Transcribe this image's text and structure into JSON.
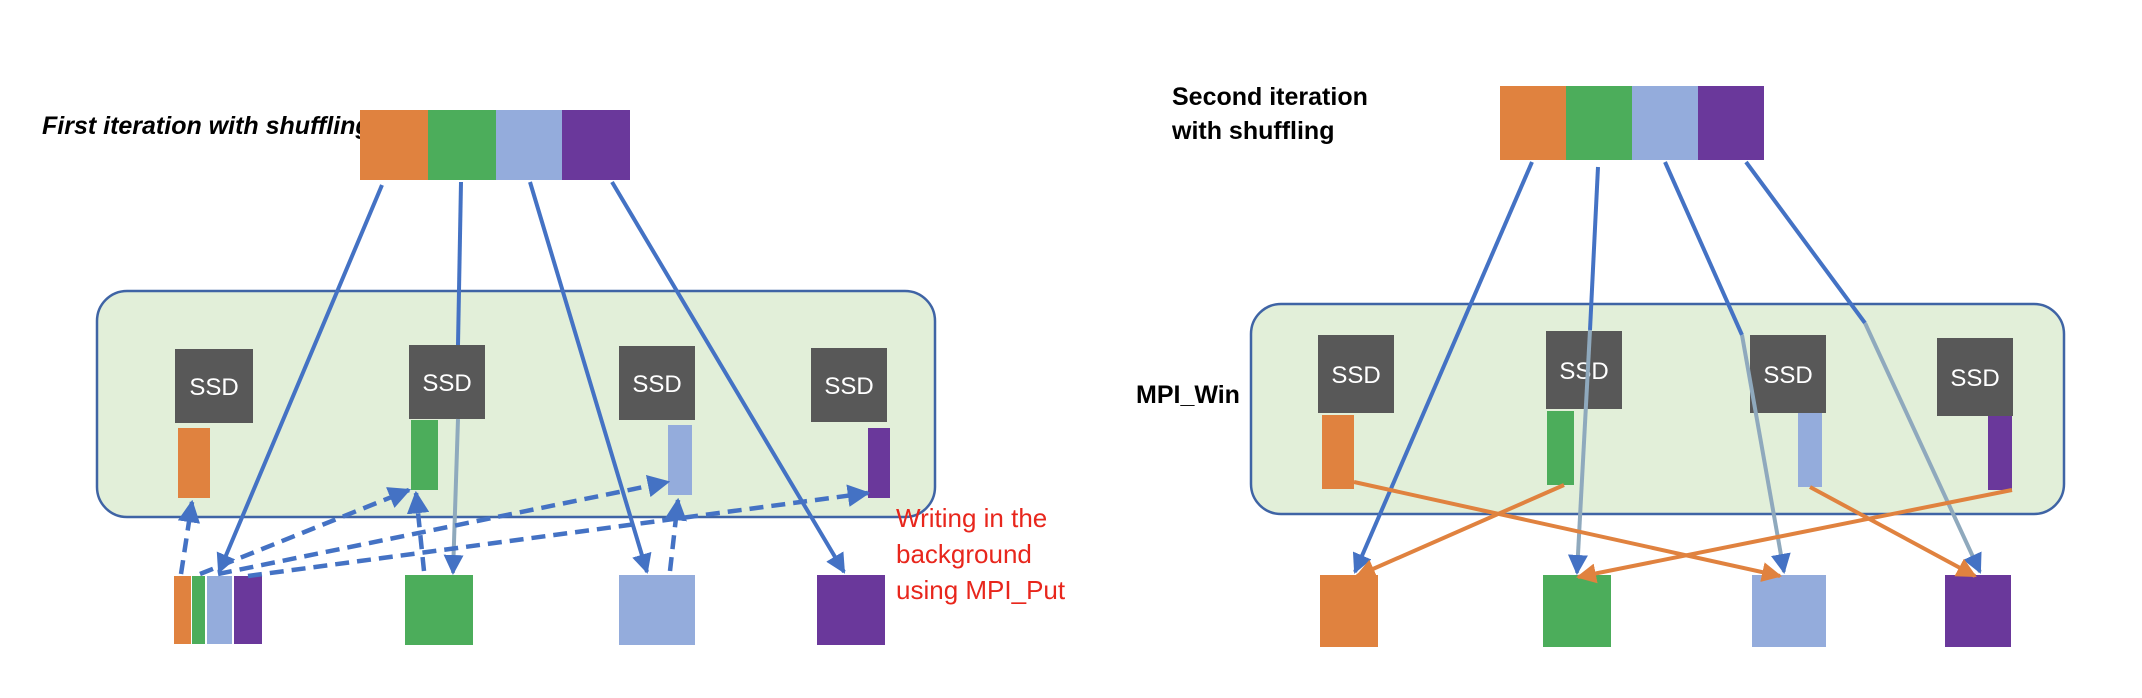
{
  "colors": {
    "orange": "#e0823f",
    "green": "#4cad5b",
    "lightblue": "#94acdc",
    "purple": "#6a389b",
    "ssd": "#585858",
    "node_fill": "#e2efd9",
    "node_border": "#3f64a5",
    "blue_arrow": "#4472c4",
    "grayblue_arrow": "#8fa9bd",
    "orange_arrow": "#e0823f",
    "note_red": "#e8261c"
  },
  "left": {
    "title": "First iteration with shuffling:",
    "ssd_labels": [
      "SSD",
      "SSD",
      "SSD",
      "SSD"
    ],
    "note_lines": [
      "Writing in the",
      "background",
      "using MPI_Put"
    ]
  },
  "right": {
    "title_lines": [
      "Second iteration",
      "with shuffling"
    ],
    "window_label": "MPI_Win",
    "ssd_labels": [
      "SSD",
      "SSD",
      "SSD",
      "SSD"
    ]
  }
}
